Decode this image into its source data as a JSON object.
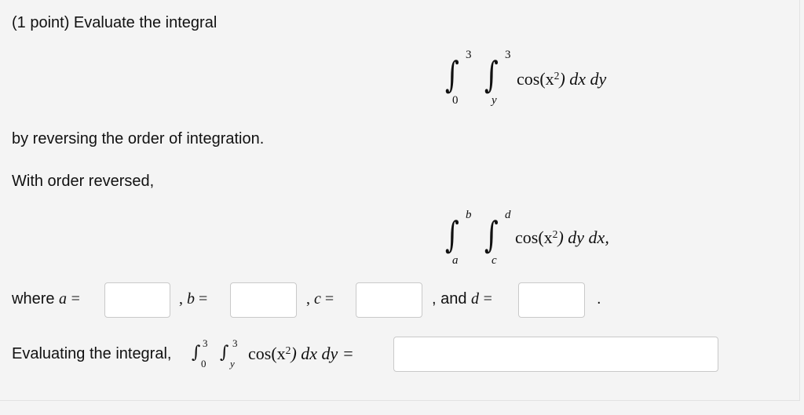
{
  "header": {
    "point_label": "(1 point) Evaluate the integral"
  },
  "integral1": {
    "outer_upper": "3",
    "outer_lower": "0",
    "inner_upper": "3",
    "inner_lower": "y",
    "integrand": "cos(x",
    "power": "2",
    "tail": ") dx dy"
  },
  "instruction": "by reversing the order of integration.",
  "reversed_label": "With order reversed,",
  "integral2": {
    "outer_upper": "b",
    "outer_lower": "a",
    "inner_upper": "d",
    "inner_lower": "c",
    "integrand": "cos(x",
    "power": "2",
    "tail": ") dy dx,"
  },
  "answers": {
    "where_label": "where",
    "a_var": "a",
    "b_var": "b",
    "c_var": "c",
    "d_var": "d",
    "equals": "=",
    "comma": ",",
    "and_label": ", and",
    "period": "."
  },
  "evaluate": {
    "label": "Evaluating the integral,",
    "outer_upper": "3",
    "outer_lower": "0",
    "inner_upper": "3",
    "inner_lower": "y",
    "expr": "cos(x",
    "power": "2",
    "tail": ") dx dy ="
  }
}
